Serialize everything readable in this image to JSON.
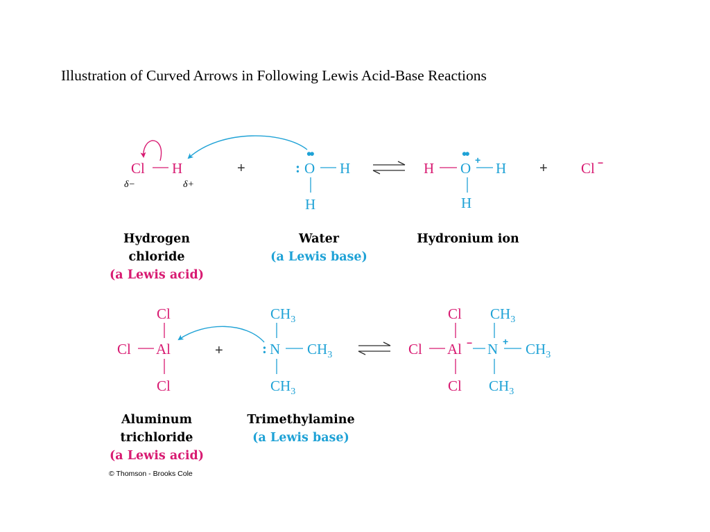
{
  "title": "Illustration of Curved Arrows in Following Lewis Acid-Base Reactions",
  "colors": {
    "acid": "#d81b72",
    "base": "#1fa2d6",
    "text": "#000000",
    "arrow": "#2a2a2a"
  },
  "reaction1": {
    "hcl": {
      "cl": "Cl",
      "h": "H",
      "delta_minus": "δ−",
      "delta_plus": "δ+"
    },
    "plus": "+",
    "water": {
      "lone_pair_top": "••",
      "lone_pair_left": ":",
      "o": "O",
      "h_right": "H",
      "h_bottom": "H"
    },
    "hydronium": {
      "h_left": "H",
      "o": "O",
      "lone_pair_top": "••",
      "charge": "+",
      "h_right": "H",
      "h_bottom": "H"
    },
    "plus2": "+",
    "chloride": "Cl",
    "chloride_charge": "−",
    "captions": {
      "hcl_line1": "Hydrogen",
      "hcl_line2": "chloride",
      "hcl_role": "(a Lewis acid)",
      "water_name": "Water",
      "water_role": "(a Lewis base)",
      "hydronium_name": "Hydronium ion"
    }
  },
  "reaction2": {
    "alcl3": {
      "cl_top": "Cl",
      "cl_left": "Cl",
      "al": "Al",
      "cl_bottom": "Cl"
    },
    "plus": "+",
    "nme3": {
      "ch3_top": "CH",
      "ch3_top_sub": "3",
      "lone_pair": ":",
      "n": "N",
      "ch3_right": "CH",
      "ch3_right_sub": "3",
      "ch3_bottom": "CH",
      "ch3_bottom_sub": "3"
    },
    "product": {
      "cl_top": "Cl",
      "cl_left": "Cl",
      "al": "Al",
      "al_charge": "−",
      "cl_bottom": "Cl",
      "ch3_top": "CH",
      "ch3_top_sub": "3",
      "n": "N",
      "n_charge": "+",
      "ch3_right": "CH",
      "ch3_right_sub": "3",
      "ch3_bottom": "CH",
      "ch3_bottom_sub": "3"
    },
    "captions": {
      "alcl3_line1": "Aluminum",
      "alcl3_line2": "trichloride",
      "alcl3_role": "(a Lewis acid)",
      "nme3_name": "Trimethylamine",
      "nme3_role": "(a Lewis base)"
    }
  },
  "credit": "© Thomson - Brooks Cole"
}
